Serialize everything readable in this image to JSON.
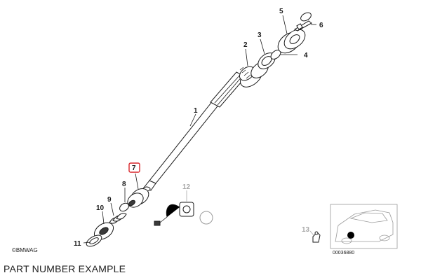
{
  "callouts": {
    "c1": "1",
    "c2": "2",
    "c3": "3",
    "c4": "4",
    "c5": "5",
    "c6": "6",
    "c7": "7",
    "c8": "8",
    "c9": "9",
    "c10": "10",
    "c11": "11",
    "c12": "12",
    "c13": "13"
  },
  "highlight_color": "#d9262b",
  "copyright": "©BMWAG",
  "diagram_number": "00036880",
  "caption": "PART NUMBER EXAMPLE"
}
